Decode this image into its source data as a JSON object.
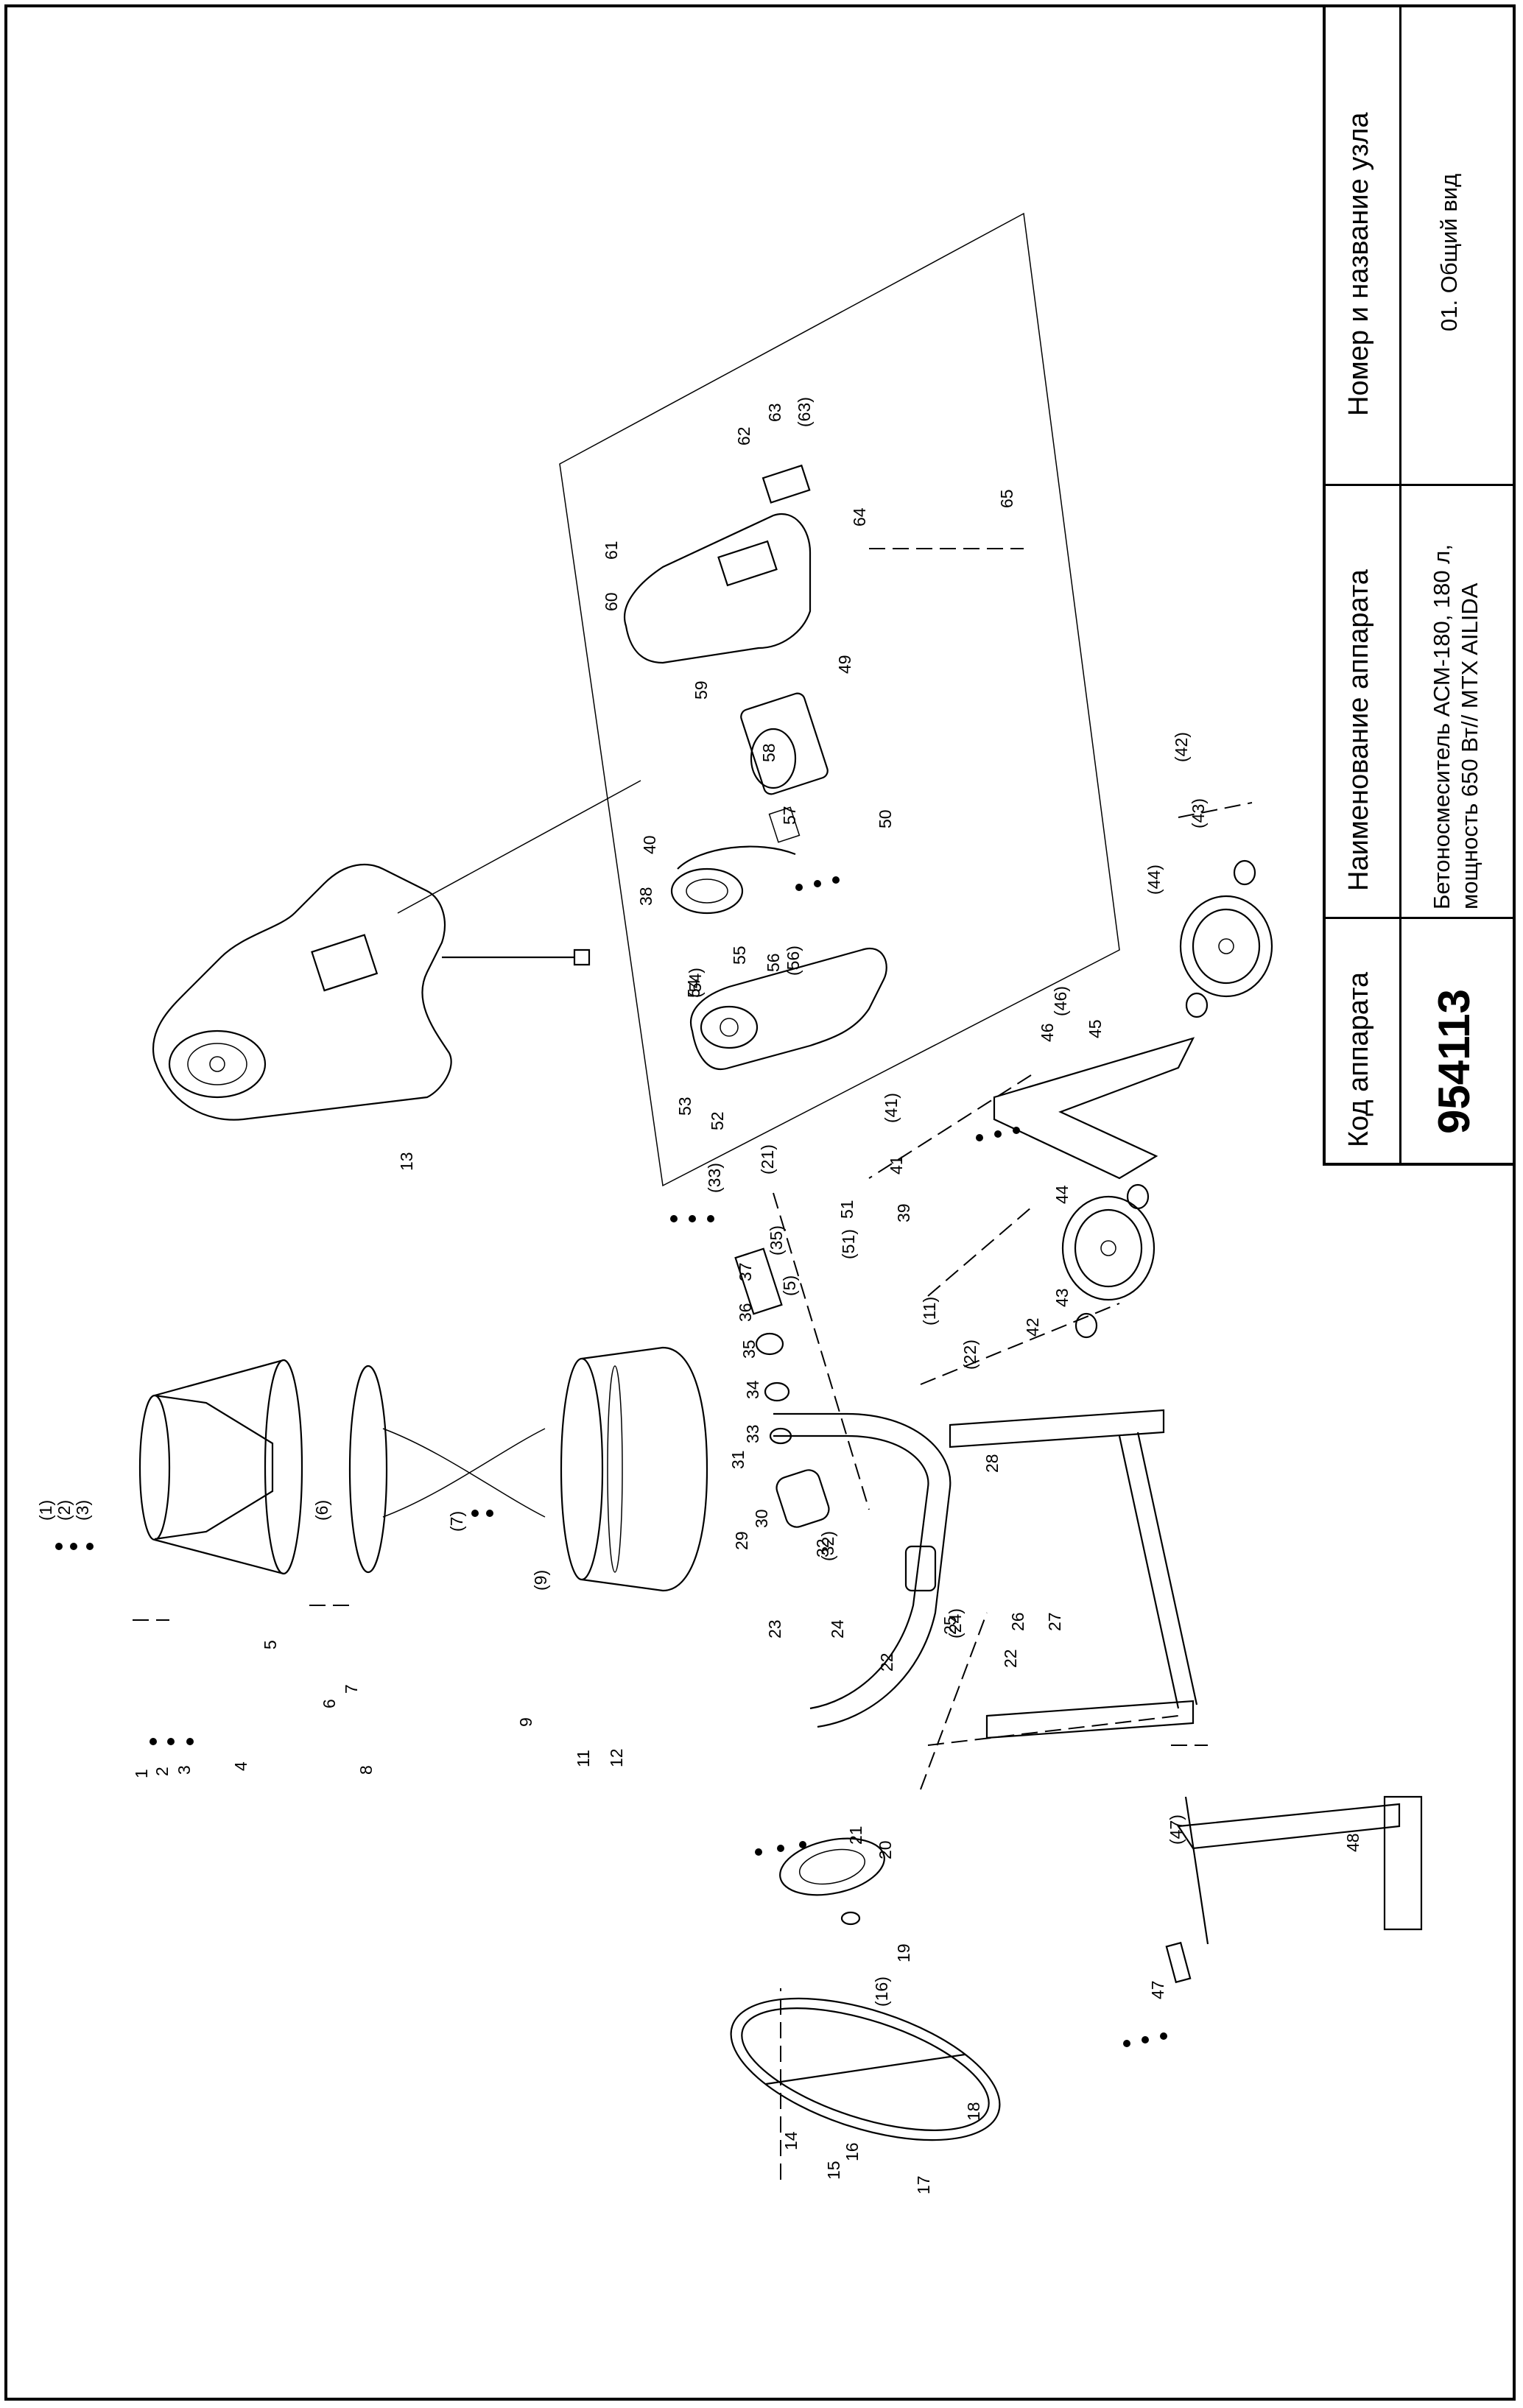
{
  "title_block": {
    "headers": {
      "code": "Код аппарата",
      "name": "Наименование аппарата",
      "node": "Номер и название узла"
    },
    "values": {
      "code": "954113",
      "name_line1": "Бетоносмеситель АСМ-180, 180 л,",
      "name_line2": "мощность 650 Вт// MTX AILIDA",
      "node": "01. Общий вид"
    }
  },
  "part_labels": [
    "1",
    "2",
    "3",
    "4",
    "5",
    "6",
    "7",
    "8",
    "9",
    "11",
    "12",
    "13",
    "14",
    "15",
    "16",
    "17",
    "18",
    "19",
    "20",
    "21",
    "22",
    "23",
    "24",
    "25",
    "26",
    "27",
    "28",
    "29",
    "30",
    "31",
    "32",
    "33",
    "34",
    "35",
    "36",
    "37",
    "38",
    "39",
    "40",
    "41",
    "42",
    "43",
    "44",
    "45",
    "46",
    "47",
    "48",
    "49",
    "50",
    "51",
    "52",
    "53",
    "54",
    "55",
    "56",
    "57",
    "58",
    "59",
    "60",
    "61",
    "62",
    "63",
    "64",
    "65",
    "(1)",
    "(2)",
    "(3)",
    "(5)",
    "(6)",
    "(7)",
    "(9)",
    "(11)",
    "(16)",
    "(21)",
    "(22)",
    "(24)",
    "(32)",
    "(33)",
    "(35)",
    "(41)",
    "(42)",
    "(43)",
    "(44)",
    "(46)",
    "(47)",
    "(51)",
    "(54)",
    "(56)",
    "(63)"
  ]
}
